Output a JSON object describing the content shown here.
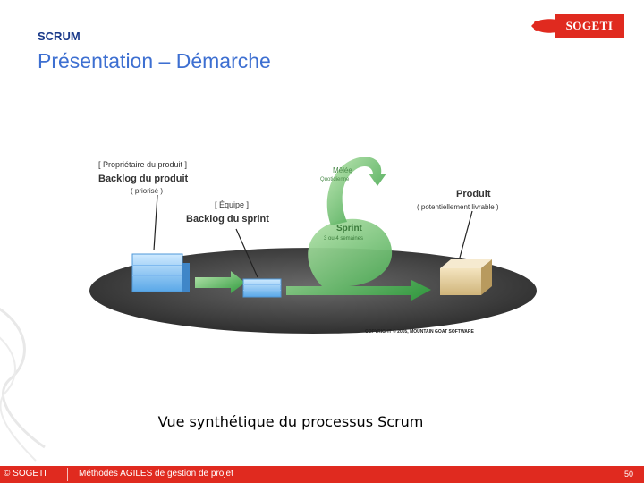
{
  "header": {
    "section": "SCRUM",
    "title": "Présentation – Démarche"
  },
  "logo": {
    "text": "SOGETI",
    "color": "#e02a1f"
  },
  "diagram": {
    "owner_role": "[ Propriétaire du produit ]",
    "product_backlog": "Backlog du produit",
    "prioritized": "( priorisé )",
    "team_role": "[ Équipe ]",
    "sprint_backlog": "Backlog du sprint",
    "daily_scrum": "Mêlée",
    "daily_scrum_sub": "Quotidienne",
    "sprint": "Sprint",
    "sprint_sub": "3 ou 4 semaines",
    "product": "Produit",
    "product_sub": "( potentiellement livrable )",
    "copyright": "COPYRIGHT © 2005, MOUNTAIN GOAT SOFTWARE",
    "text_color": "#222222",
    "accent_green": "#3fb24a"
  },
  "caption": "Vue synthétique du processus Scrum",
  "footer": {
    "copyright": "© SOGETI",
    "title": "Méthodes AGILES de gestion de projet",
    "page": "50",
    "color": "#e02a1f"
  }
}
